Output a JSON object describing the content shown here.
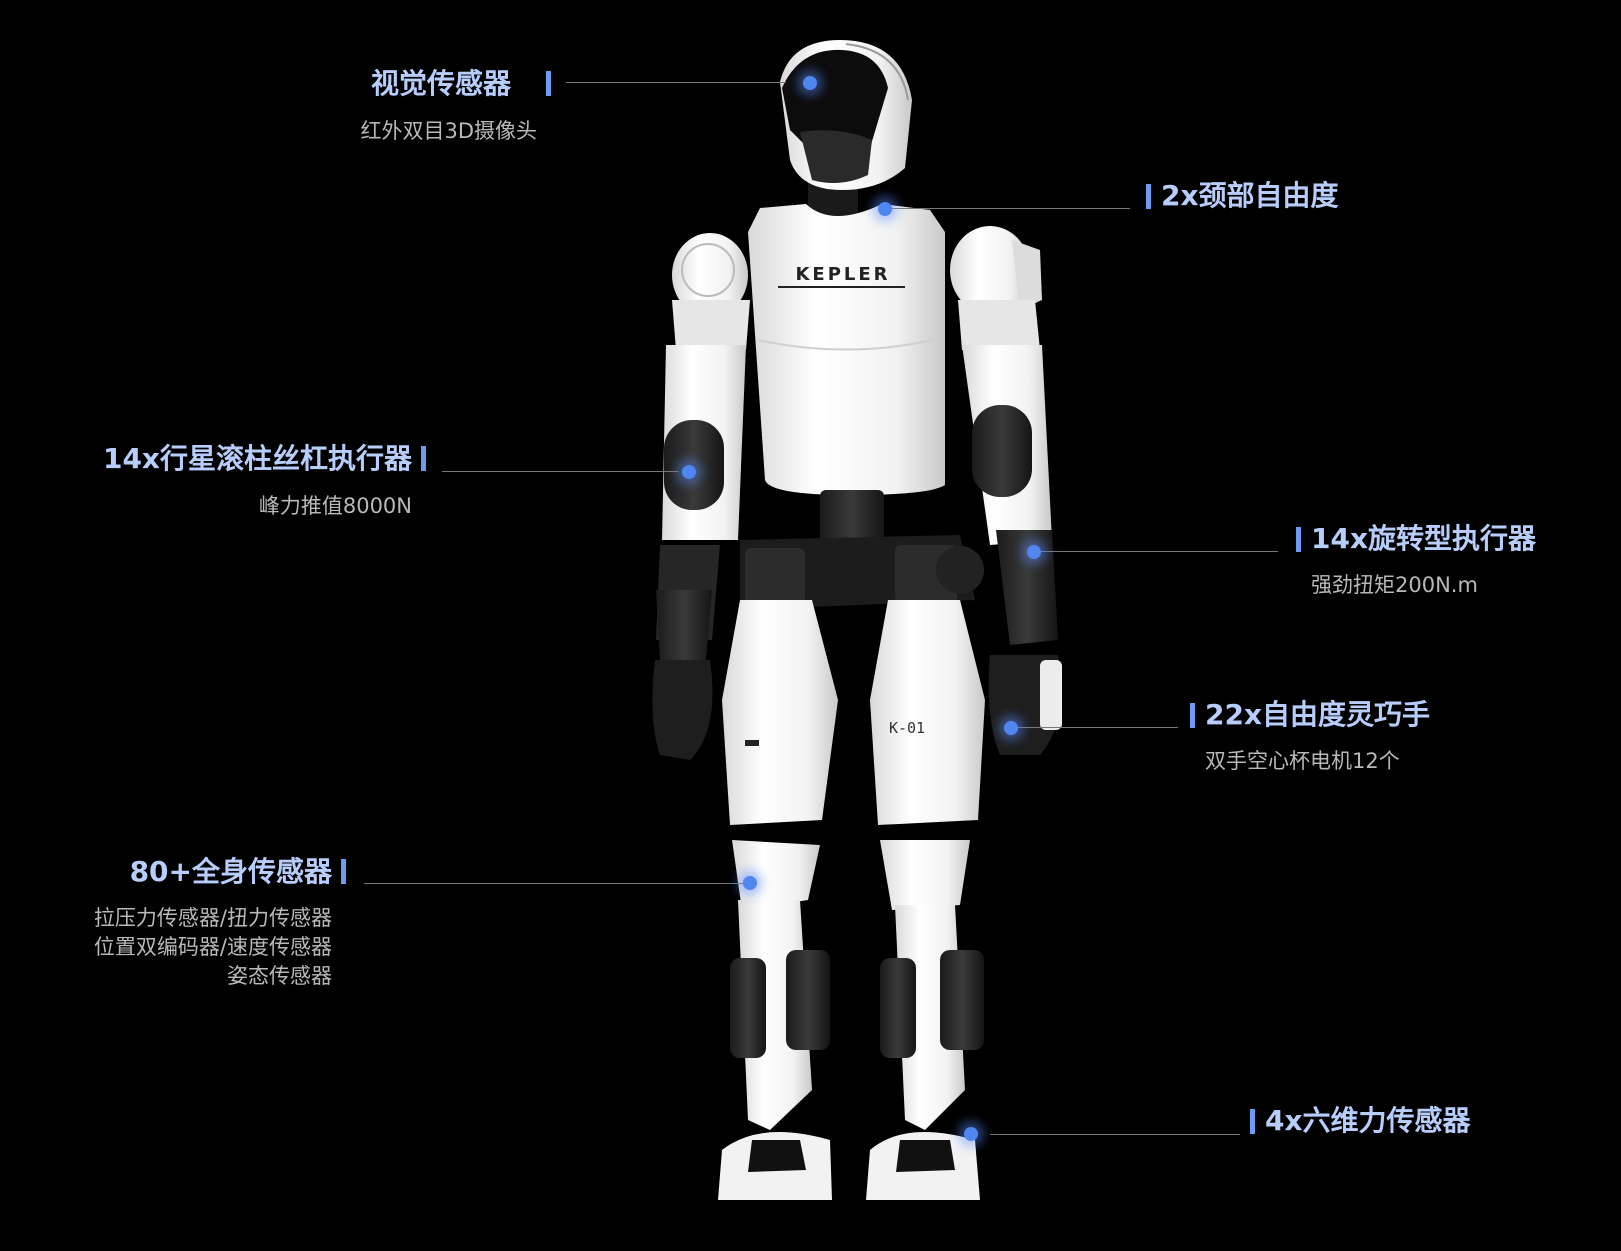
{
  "robot": {
    "chest_logo": "KEPLER",
    "leg_label": "K-01"
  },
  "callouts": {
    "vision": {
      "title": "视觉传感器",
      "subtitle": "红外双目3D摄像头"
    },
    "neck": {
      "title": "2x颈部自由度"
    },
    "planetary": {
      "title": "14x行星滚柱丝杠执行器",
      "subtitle": "峰力推值8000N"
    },
    "rotary": {
      "title": "14x旋转型执行器",
      "subtitle": "强劲扭矩200N.m"
    },
    "hand": {
      "title": "22x自由度灵巧手",
      "subtitle": "双手空心杯电机12个"
    },
    "sensors": {
      "title": "80+全身传感器",
      "lines": [
        "拉压力传感器/扭力传感器",
        "位置双编码器/速度传感器",
        "姿态传感器"
      ]
    },
    "force": {
      "title": "4x六维力传感器"
    }
  },
  "colors": {
    "background": "#000000",
    "title": "#b7cdfb",
    "subtitle": "#b9b9b9",
    "accent_bar": "#6e9bf2",
    "dot": "#4f86f0",
    "leader_line": "#777777"
  }
}
